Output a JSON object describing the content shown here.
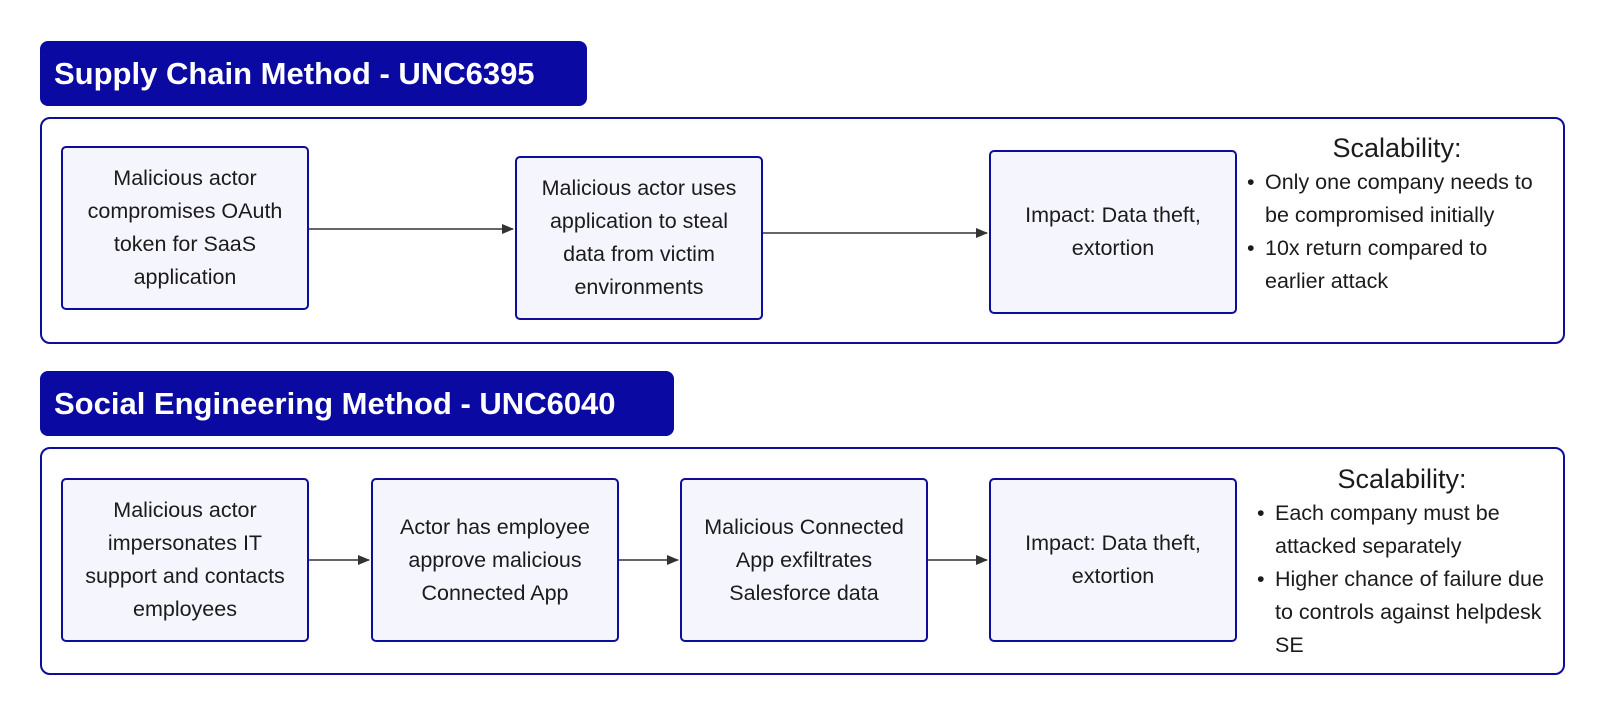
{
  "sections": [
    {
      "title": "Supply Chain Method - UNC6395",
      "steps": [
        "Malicious actor compromises OAuth token for SaaS application",
        "Malicious actor uses application to steal data from victim environments",
        "Impact: Data theft, extortion"
      ],
      "scalability": {
        "title": "Scalability:",
        "points": [
          "Only one company needs to be compromised initially",
          "10x return compared to earlier attack"
        ]
      }
    },
    {
      "title": "Social Engineering Method - UNC6040",
      "steps": [
        "Malicious actor impersonates IT support and contacts employees",
        "Actor has employee approve malicious Connected App",
        "Malicious Connected App exfiltrates Salesforce data",
        "Impact: Data theft, extortion"
      ],
      "scalability": {
        "title": "Scalability:",
        "points": [
          "Each company must be attacked separately",
          "Higher chance of failure due to controls against helpdesk SE"
        ]
      }
    }
  ],
  "colors": {
    "title_bg": "#0a0aa3",
    "border": "#0d0d9a",
    "node_fill": "#f5f5fd",
    "arrow": "#333333"
  }
}
